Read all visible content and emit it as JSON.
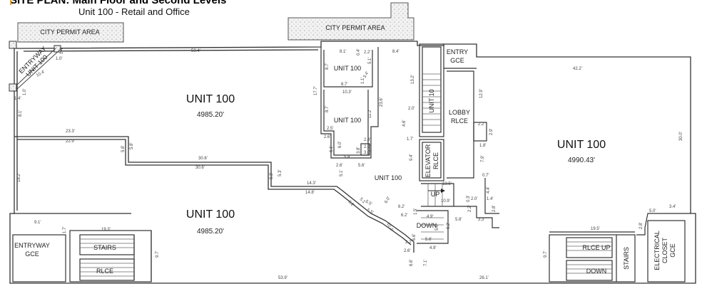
{
  "header": {
    "title": "SITE PLAN: Main Floor and Second Levels",
    "subtitle": "Unit 100 - Retail and Office"
  },
  "labels": {
    "permit_left": "CITY PERMIT AREA",
    "permit_right": "CITY PERMIT AREA",
    "entryway_unit_line1": "ENTRYWAY",
    "entryway_unit_line2": "UNIT 100",
    "unit_main_top": "UNIT 100",
    "area_main_top": "4985.20'",
    "unit_main_bottom": "UNIT 100",
    "area_main_bottom": "4985.20'",
    "unit_small_1": "UNIT 100",
    "unit_small_2": "UNIT 100",
    "unit_mid": "UNIT 100",
    "unit_stair": "UNIT 10",
    "unit_right": "UNIT 100",
    "area_right": "4990.43'",
    "entry_gce_line1": "ENTRY",
    "entry_gce_line2": "GCE",
    "lobby_line1": "LOBBY",
    "lobby_line2": "RLCE",
    "elevator_line1": "ELEVATOR",
    "elevator_line2": "RLCE",
    "up": "UP",
    "down": "DOWN",
    "entryway_gce_line1": "ENTRYWAY",
    "entryway_gce_line2": "GCE",
    "stairs_left": "STAIRS",
    "rlce_left": "RLCE",
    "rlce_up": "RLCE UP",
    "down_right": "DOWN",
    "stairs_right": "STAIRS",
    "electrical_line1": "ELECTRICAL",
    "electrical_line2": "CLOSET",
    "electrical_line3": "GCE"
  },
  "dims": {
    "d_53_4": "53.4'",
    "d_1_0a": "1.0'",
    "d_1_4a": "1.4'",
    "d_10_4": "10.4'",
    "d_1_0b": "1.0'",
    "d_1_4b": "1.4'",
    "d_8_1a": "8.1'",
    "d_8_1b": "8.1'",
    "d_2_2": "2.2'",
    "d_8_4": "8.4'",
    "d_0_4": "0.4'",
    "d_5_1": "5.1'",
    "d_8_7": "8.7'",
    "d_3_4": "3.4'",
    "d_1_1": "1.1'",
    "d_10_3": "10.3'",
    "d_17_7": "17.7'",
    "d_13_2": "13.2'",
    "d_8_7b": "8.7'",
    "d_11_2": "11.2'",
    "d_23_6": "23.6'",
    "d_2_0": "2.0'",
    "d_4_6": "4.6'",
    "d_2_5": "2.5'",
    "d_2_6a": "2.6'",
    "d_6_1": "6.1'",
    "d_6_0": "6.0'",
    "d_2_4": "2.4'",
    "d_3_8": "3.8'",
    "d_2_9": "2.9'",
    "d_3_0": "3.0'",
    "d_5_4": "5.4'",
    "d_1_7": "1.7'",
    "d_23_3": "23.3'",
    "d_22_9": "22.9'",
    "d_5_8a": "5.8'",
    "d_5_8b": "5.8'",
    "d_8_1c": "8.1'",
    "d_30_6a": "30.6'",
    "d_30_6b": "30.6'",
    "d_2_6b": "2.6'",
    "d_5_6": "5.6'",
    "d_5_1b": "5.1'",
    "d_9_4": "9.4'",
    "d_5_3a": "5.3'",
    "d_5_3b": "5.3'",
    "d_14_3": "14.3'",
    "d_14_8": "14.8'",
    "d_18_2": "18.2'",
    "d_12_9": "12.9'",
    "d_2_2b": "2.2'",
    "d_2_9b": "2.9'",
    "d_1_8": "1.8'",
    "d_7_9": "7.9'",
    "d_0_7": "0.7'",
    "d_13_5": "13.5'",
    "d_10_9": "10.9'",
    "d_0_3": "0.3'",
    "d_2_0b": "2.0'",
    "d_4_4": "4.4'",
    "d_1_4c": "1.4'",
    "d_2_8": "2.8'",
    "d_3_3": "3.3'",
    "d_42_2": "42.2'",
    "d_30_0": "30.0'",
    "d_5_0": "5.0'",
    "d_3_4b": "3.4'",
    "d_19_5": "19.5'",
    "d_2_8b": "2.8'",
    "d_9_7a": "9.7'",
    "d_9_7b": "9.7'",
    "d_26_1": "26.1'",
    "d_9_1": "9.1'",
    "d_1_7b": "1.7'",
    "d_19_3": "19.3'",
    "d_53_9": "53.9'",
    "d_5_5a": "5.5'",
    "d_5_5b": "5.5'",
    "d_5_2": "5.2'",
    "d_6_2": "6.2'",
    "d_6_0b": "6.0'",
    "d_1_5": "1.5'",
    "d_10_4b": "10.4'",
    "d_2_2c": "2.2'",
    "d_2_6c": "2.6'",
    "d_6_6": "6.6'",
    "d_4_9a": "4.9'",
    "d_5_8c": "5.8'",
    "d_6_2b": "6.2'",
    "d_5_6b": "5.6'",
    "d_4_9b": "4.9'",
    "d_7_1": "7.1'",
    "d_5_0b": "5.0'"
  }
}
